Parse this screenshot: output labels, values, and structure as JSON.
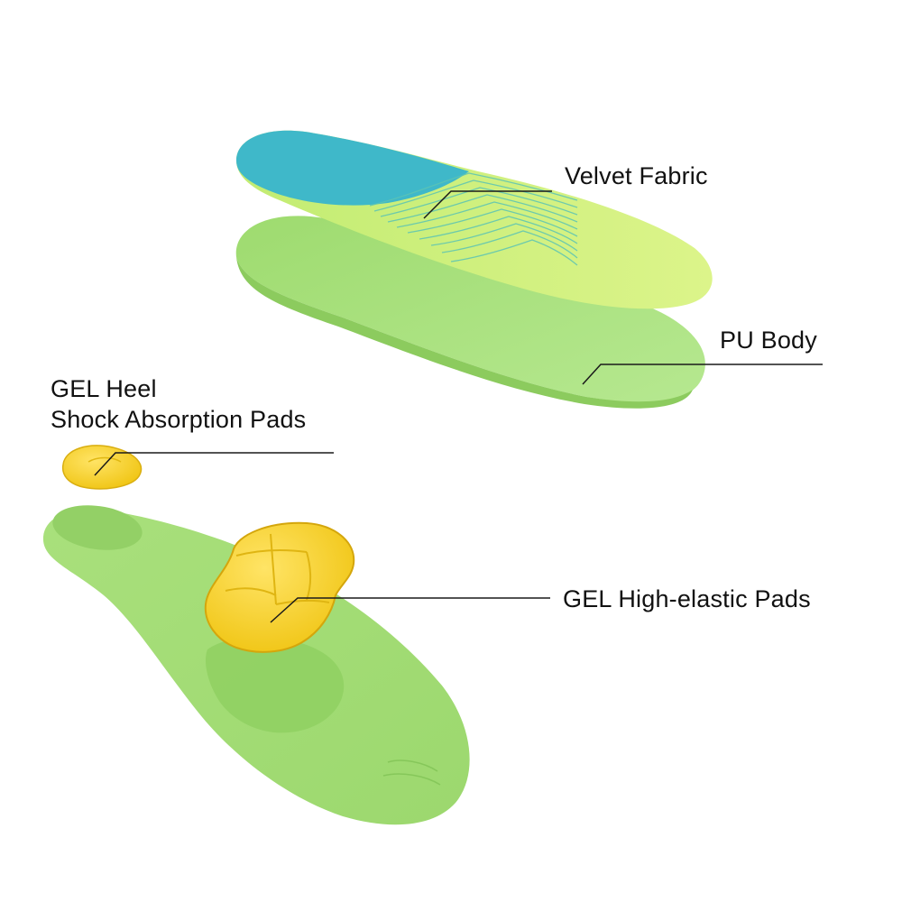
{
  "labels": {
    "velvet_fabric": "Velvet Fabric",
    "pu_body": "PU Body",
    "gel_heel_line1": "GEL Heel",
    "gel_heel_line2": "Shock Absorption Pads",
    "gel_high_elastic": "GEL High-elastic Pads"
  },
  "colors": {
    "background": "#ffffff",
    "insole_green": "#a6e07a",
    "insole_top_lime": "#d4f27a",
    "velvet_blue": "#3fb8c9",
    "gel_yellow": "#f3cf1e",
    "leader_line": "#1a1a1a"
  }
}
